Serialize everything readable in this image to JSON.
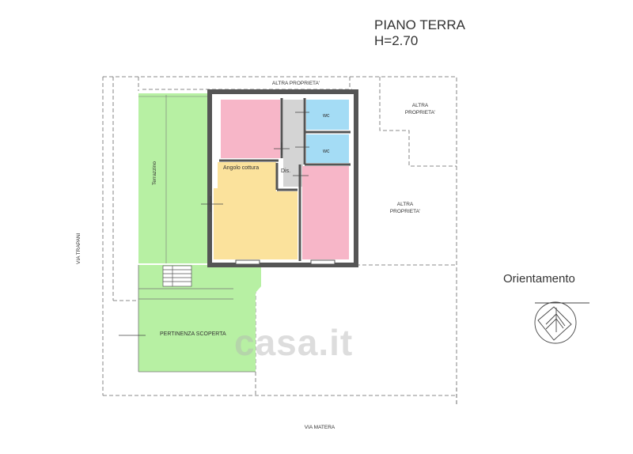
{
  "header": {
    "title": "PIANO TERRA",
    "height": "H=2.70"
  },
  "labels": {
    "altra_top": "ALTRA PROPRIETA'",
    "altra_right_top_1": "ALTRA",
    "altra_right_top_2": "PROPRIETA'",
    "altra_right_mid_1": "ALTRA",
    "altra_right_mid_2": "PROPRIETA'",
    "wc_1": "wc",
    "wc_2": "wc",
    "angolo": "Angolo cottura",
    "dis": "Dis.",
    "terrazzino": "Terrazzino",
    "pertinenza": "PERTINENZA SCOPERTA",
    "via_trapani": "VIA TRAPANI",
    "via_matera": "VIA MATERA",
    "orientamento": "Orientamento",
    "watermark": "casa.it"
  },
  "colors": {
    "green": "#b7f0a3",
    "pink": "#f7b6c8",
    "yellow": "#fbe29c",
    "blue": "#a4dcf5",
    "grey": "#d4d4d4",
    "wall": "#555555"
  }
}
